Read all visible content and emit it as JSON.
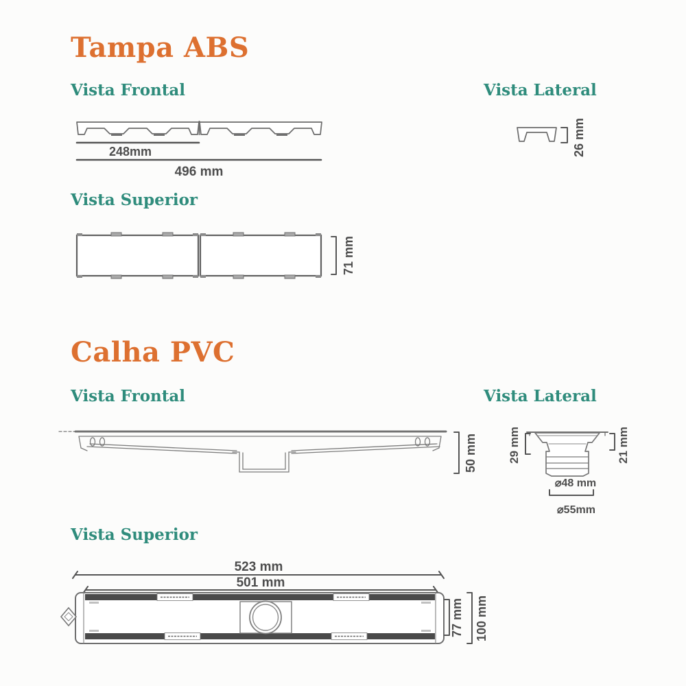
{
  "colors": {
    "title_orange": "#dd7030",
    "heading_teal": "#2f8c7c",
    "line_gray": "#6f6f6f",
    "dim_text_gray": "#4d4d4d",
    "band_dark": "#4a4a4a",
    "background": "#fcfcfb"
  },
  "tampa_abs": {
    "title": "Tampa ABS",
    "frontal": {
      "label": "Vista Frontal",
      "dim_inner": "248mm",
      "dim_total": "496 mm"
    },
    "lateral": {
      "label": "Vista Lateral",
      "dim_height": "26 mm"
    },
    "superior": {
      "label": "Vista Superior",
      "dim_width": "71 mm"
    }
  },
  "calha_pvc": {
    "title": "Calha PVC",
    "frontal": {
      "label": "Vista Frontal",
      "dim_height": "50 mm"
    },
    "lateral": {
      "label": "Vista Lateral",
      "dim_left_depth": "29 mm",
      "dim_right_depth": "21 mm",
      "dim_outlet_diameter": "⌀48 mm",
      "dim_outlet_outer_diameter": "⌀55mm"
    },
    "superior": {
      "label": "Vista Superior",
      "dim_total_length": "523 mm",
      "dim_inner_length": "501 mm",
      "dim_inner_width": "77 mm",
      "dim_total_width": "100 mm"
    }
  }
}
